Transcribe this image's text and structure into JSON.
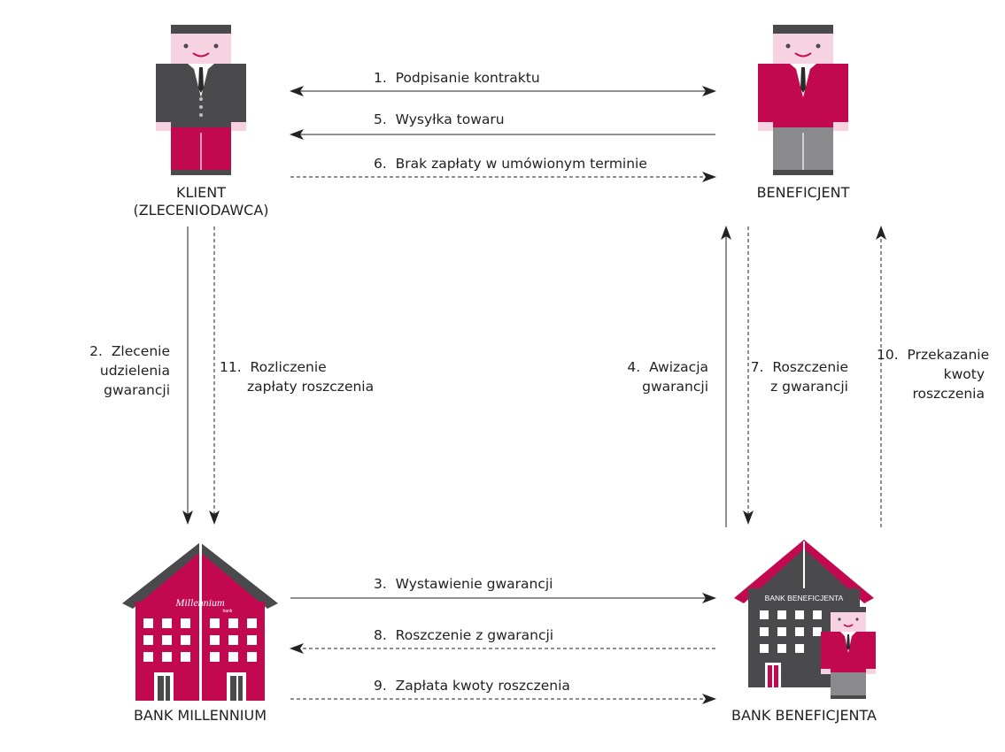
{
  "colors": {
    "accent": "#c2094f",
    "dark": "#4a4a4c",
    "skin": "#f7d2e0",
    "grey": "#8a8a8c",
    "line": "#222222"
  },
  "nodes": {
    "client": {
      "line1": "KLIENT",
      "line2": "(ZLECENIODAWCA)"
    },
    "beneficiary": {
      "label": "BENEFICJENT"
    },
    "bank_millennium": {
      "label": "BANK MILLENNIUM",
      "sign": "Millennium",
      "sign_sub": "bank"
    },
    "bank_beneficiary": {
      "label": "BANK BENEFICJENTA",
      "sign": "BANK BENEFICJENTA"
    }
  },
  "steps": [
    {
      "num": "1.",
      "text": "Podpisanie kontraktu"
    },
    {
      "num": "5.",
      "text": "Wysyłka towaru"
    },
    {
      "num": "6.",
      "text": "Brak zapłaty w umówionym terminie"
    },
    {
      "num": "2.",
      "lines": [
        "Zlecenie",
        "udzielenia",
        "gwarancji"
      ]
    },
    {
      "num": "11.",
      "lines": [
        "Rozliczenie",
        "zapłaty roszczenia"
      ]
    },
    {
      "num": "4.",
      "lines": [
        "Awizacja",
        "gwarancji"
      ]
    },
    {
      "num": "7.",
      "lines": [
        "Roszczenie",
        "z gwarancji"
      ]
    },
    {
      "num": "10.",
      "lines": [
        "Przekazanie",
        "kwoty",
        "roszczenia"
      ]
    },
    {
      "num": "3.",
      "text": "Wystawienie gwarancji"
    },
    {
      "num": "8.",
      "text": "Roszczenie z gwarancji"
    },
    {
      "num": "9.",
      "text": "Zapłata kwoty roszczenia"
    }
  ]
}
